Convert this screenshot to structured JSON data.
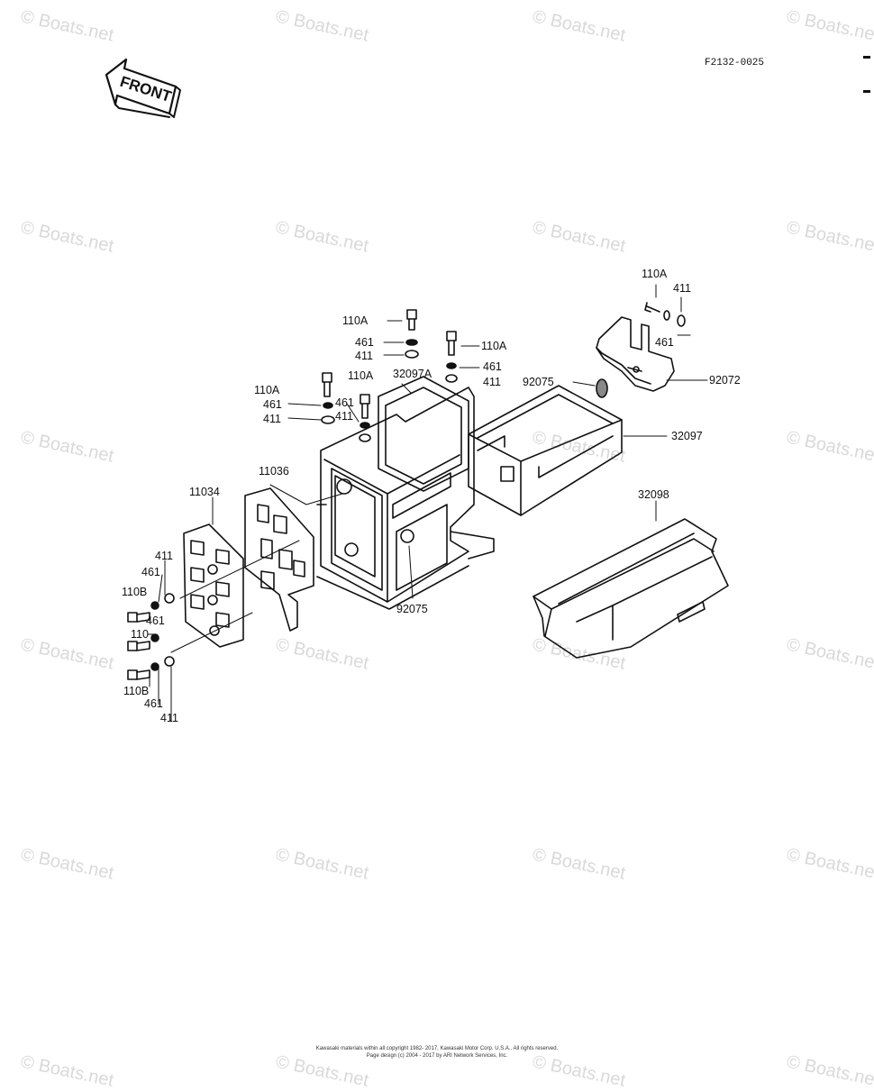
{
  "diagram": {
    "code": "F2132-0025",
    "front_label": "FRONT",
    "watermark_text": "© Boats.net"
  },
  "parts": {
    "p_110A_top_right": "110A",
    "p_411_top_right": "411",
    "p_461_top_right": "461",
    "p_92072": "92072",
    "p_110A_center": "110A",
    "p_461_center": "461",
    "p_411_center": "411",
    "p_110A_center_right": "110A",
    "p_461_center_right": "461",
    "p_411_center_right": "411",
    "p_92075_upper": "92075",
    "p_32097A": "32097A",
    "p_110A_mid": "110A",
    "p_110A_left": "110A",
    "p_461_left": "461",
    "p_411_left": "411",
    "p_461_mid": "461",
    "p_411_mid": "411",
    "p_32097": "32097",
    "p_11036": "11036",
    "p_11034": "11034",
    "p_32098": "32098",
    "p_411_plate": "411",
    "p_461_plate": "461",
    "p_110B_upper": "110B",
    "p_461_plate_mid": "461",
    "p_110_plate": "110",
    "p_110B_lower": "110B",
    "p_461_bottom": "461",
    "p_411_bottom": "411",
    "p_92075_lower": "92075"
  },
  "footer": {
    "line1": "Kawasaki materials within all copyright 1982- 2017, Kawasaki Motor Corp. U.S.A.. All rights reserved.",
    "line2": "Page design (c) 2004 - 2017 by ARI Network Services, Inc."
  }
}
